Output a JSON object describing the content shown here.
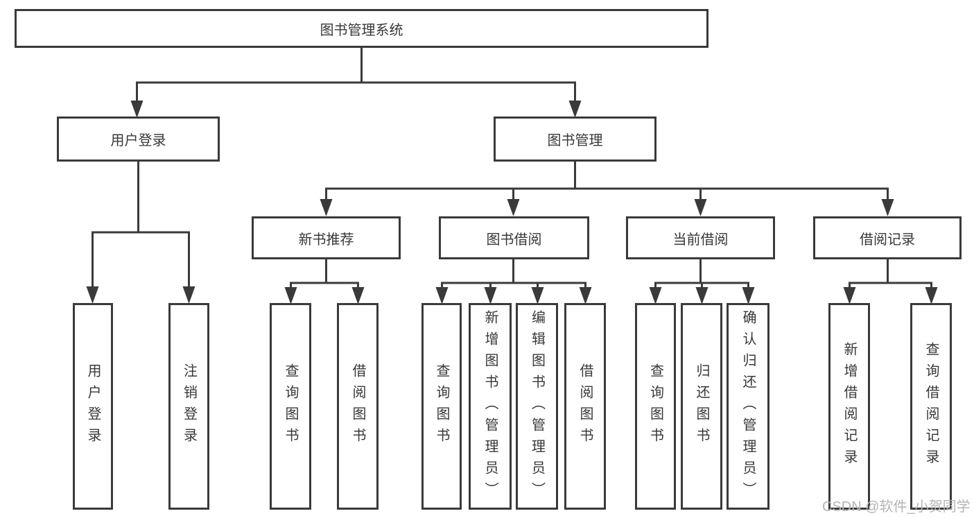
{
  "diagram": {
    "root": {
      "label": "图书管理系统"
    },
    "branches": [
      {
        "label": "用户登录",
        "children": [
          "用户登录",
          "注销登录"
        ]
      },
      {
        "label": "图书管理",
        "children": [
          {
            "label": "新书推荐",
            "children": [
              "查询图书",
              "借阅图书"
            ]
          },
          {
            "label": "图书借阅",
            "children": [
              "查询图书",
              "新增图书（管理员）",
              "编辑图书（管理员）",
              "借阅图书"
            ]
          },
          {
            "label": "当前借阅",
            "children": [
              "查询图书",
              "归还图书",
              "确认归还（管理员）"
            ]
          },
          {
            "label": "借阅记录",
            "children": [
              "新增借阅记录",
              "查询借阅记录"
            ]
          }
        ]
      }
    ]
  },
  "watermark": "CSDN @软件_小贺同学",
  "colors": {
    "line": "#3a3a3a",
    "node_border": "#3a3a3a",
    "node_text": "#383838",
    "background": "#ffffff",
    "watermark_text": "#b4b4b4"
  }
}
